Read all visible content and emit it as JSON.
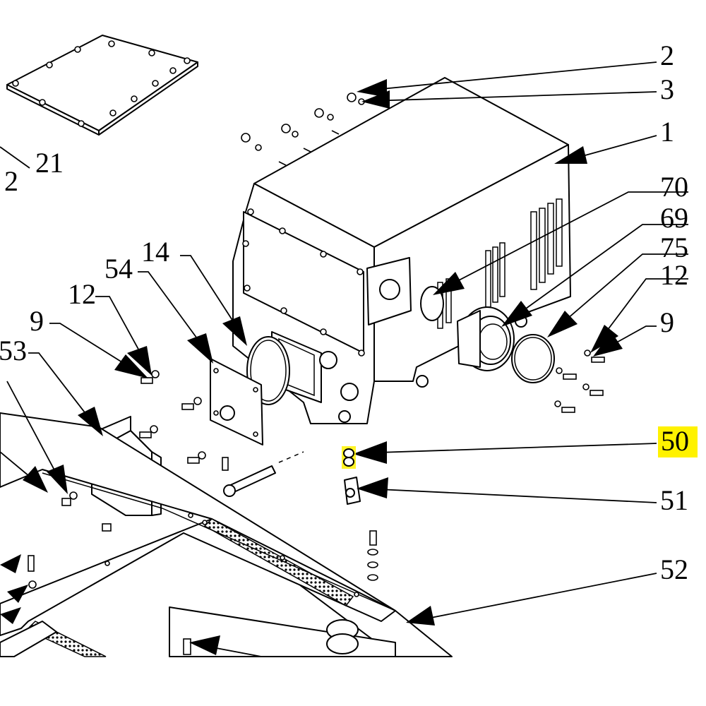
{
  "diagram": {
    "highlight_color": "#fff200",
    "line_color": "#000000",
    "background": "#ffffff",
    "callouts": {
      "c2_top": "2",
      "c3": "3",
      "c1": "1",
      "c70": "70",
      "c69": "69",
      "c75": "75",
      "c12_right": "12",
      "c9_right": "9",
      "c50": "50",
      "c51": "51",
      "c52": "52",
      "c21": "21",
      "c2_left": "2",
      "c14": "14",
      "c54": "54",
      "c12_left": "12",
      "c9_left": "9",
      "c53": "53"
    },
    "highlighted_callout": "50"
  }
}
